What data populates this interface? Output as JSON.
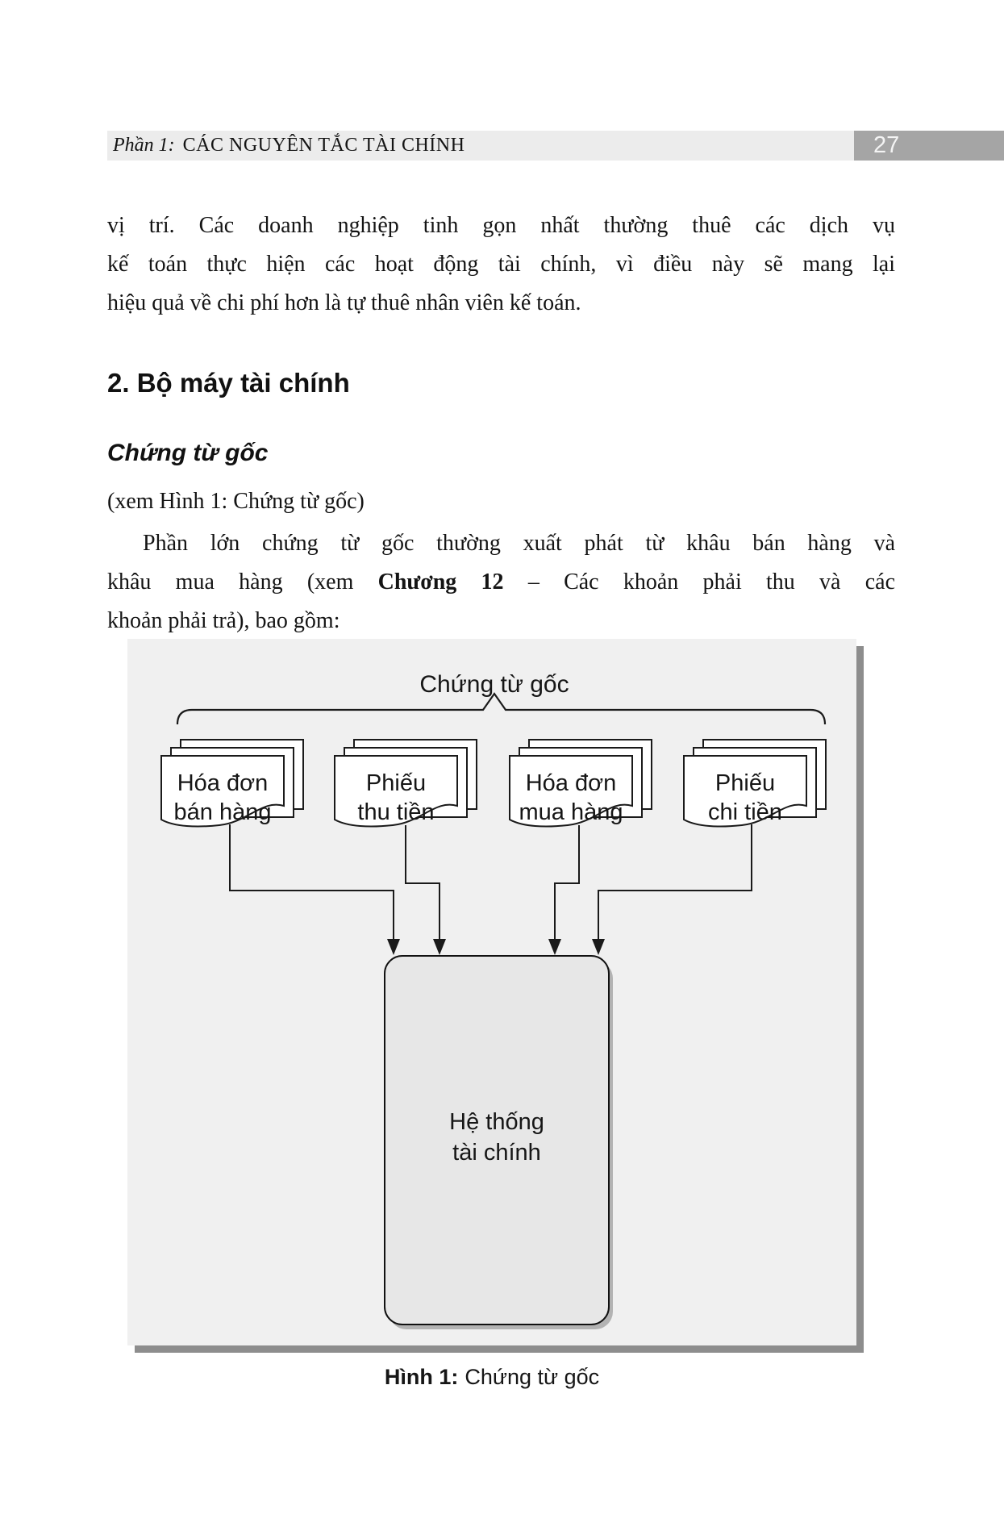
{
  "header": {
    "part_label": "Phần 1:",
    "part_title": "CÁC NGUYÊN TẮC TÀI CHÍNH",
    "page_number": "27"
  },
  "body": {
    "paragraph1_lines": [
      "vị trí. Các doanh nghiệp tinh gọn nhất thường thuê các dịch vụ",
      "kế toán thực hiện các hoạt động tài chính, vì điều này sẽ mang lại",
      "hiệu quả về chi phí hơn là tự thuê nhân viên kế toán."
    ],
    "section_heading": "2. Bộ máy tài chính",
    "subsection_heading": "Chứng từ gốc",
    "figure_reference": "(xem Hình 1: Chứng từ gốc)",
    "paragraph2": {
      "line1": "Phần lớn chứng từ gốc thường xuất phát từ khâu bán hàng và",
      "line2_pre": "khâu mua hàng (xem ",
      "line2_bold": "Chương 12",
      "line2_post": " – Các khoản phải thu và các",
      "line3": "khoản phải trả), bao gồm:"
    }
  },
  "figure": {
    "group_label": "Chứng từ gốc",
    "documents": [
      {
        "line1": "Hóa đơn",
        "line2": "bán hàng"
      },
      {
        "line1": "Phiếu",
        "line2": "thu tiền"
      },
      {
        "line1": "Hóa đơn",
        "line2": "mua hàng"
      },
      {
        "line1": "Phiếu",
        "line2": "chi tiền"
      }
    ],
    "system_box": {
      "line1": "Hệ thống",
      "line2": "tài chính"
    },
    "caption": {
      "label": "Hình 1:",
      "text": "Chứng từ gốc"
    }
  },
  "colors": {
    "header_band": "#ececec",
    "page_number_box": "#a5a5a5",
    "figure_background": "#f0f0f0",
    "figure_shadow": "#8d8d8d",
    "system_box_fill": "#e7e7e7",
    "document_fill": "#ffffff",
    "line_color": "#1a1a1a"
  }
}
